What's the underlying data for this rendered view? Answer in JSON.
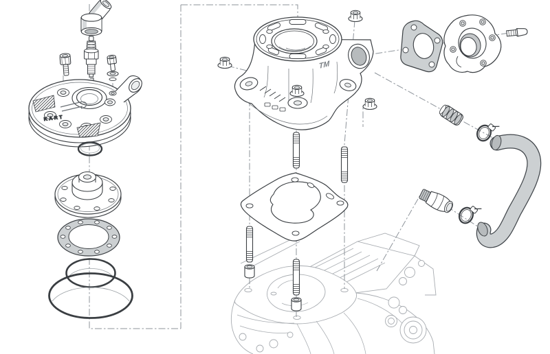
{
  "diagram": {
    "type": "exploded-parts-diagram",
    "subject": "two-stroke kart engine top end: cylinder head, cylinder, gaskets, studs, exhaust flange and cooling hose",
    "background": "#ffffff",
    "branding": {
      "head_engraving": "KART",
      "cylinder_logo": "TM"
    },
    "colors": {
      "line": "#3a3e42",
      "light_line": "#6b7075",
      "reference_line": "#a7abb0",
      "construction": "#8d939a",
      "gasket_fill": "#ccd0d2",
      "port_fill": "#b7bbbd",
      "metal_shade": "#c4c7c9"
    },
    "parts": [
      {
        "name": "spark-plug-cap",
        "qty": 1
      },
      {
        "name": "spark-plug",
        "qty": 1
      },
      {
        "name": "socket-head-bolt",
        "qty": 1
      },
      {
        "name": "hex-bolt",
        "qty": 1
      },
      {
        "name": "sealing-washer",
        "qty": 1
      },
      {
        "name": "cylinder-head",
        "qty": 1
      },
      {
        "name": "o-ring-small",
        "qty": 1
      },
      {
        "name": "combustion-chamber-insert",
        "qty": 1
      },
      {
        "name": "head-ring-gasket",
        "qty": 1
      },
      {
        "name": "o-ring-medium",
        "qty": 1
      },
      {
        "name": "o-ring-large",
        "qty": 1
      },
      {
        "name": "flange-nut",
        "qty": 4
      },
      {
        "name": "cylinder",
        "qty": 1
      },
      {
        "name": "cylinder-base-gasket",
        "qty": 1
      },
      {
        "name": "stud",
        "qty": 4
      },
      {
        "name": "dowel-pin",
        "qty": 2
      },
      {
        "name": "crankcase-reference",
        "qty": 1
      },
      {
        "name": "exhaust-gasket",
        "qty": 1
      },
      {
        "name": "exhaust-flange",
        "qty": 1
      },
      {
        "name": "exhaust-flange-bolt",
        "qty": 1
      },
      {
        "name": "hose-joiner-fitting",
        "qty": 1
      },
      {
        "name": "hose-clamp",
        "qty": 2
      },
      {
        "name": "coolant-hose",
        "qty": 1
      },
      {
        "name": "water-union-fitting",
        "qty": 1
      }
    ]
  }
}
